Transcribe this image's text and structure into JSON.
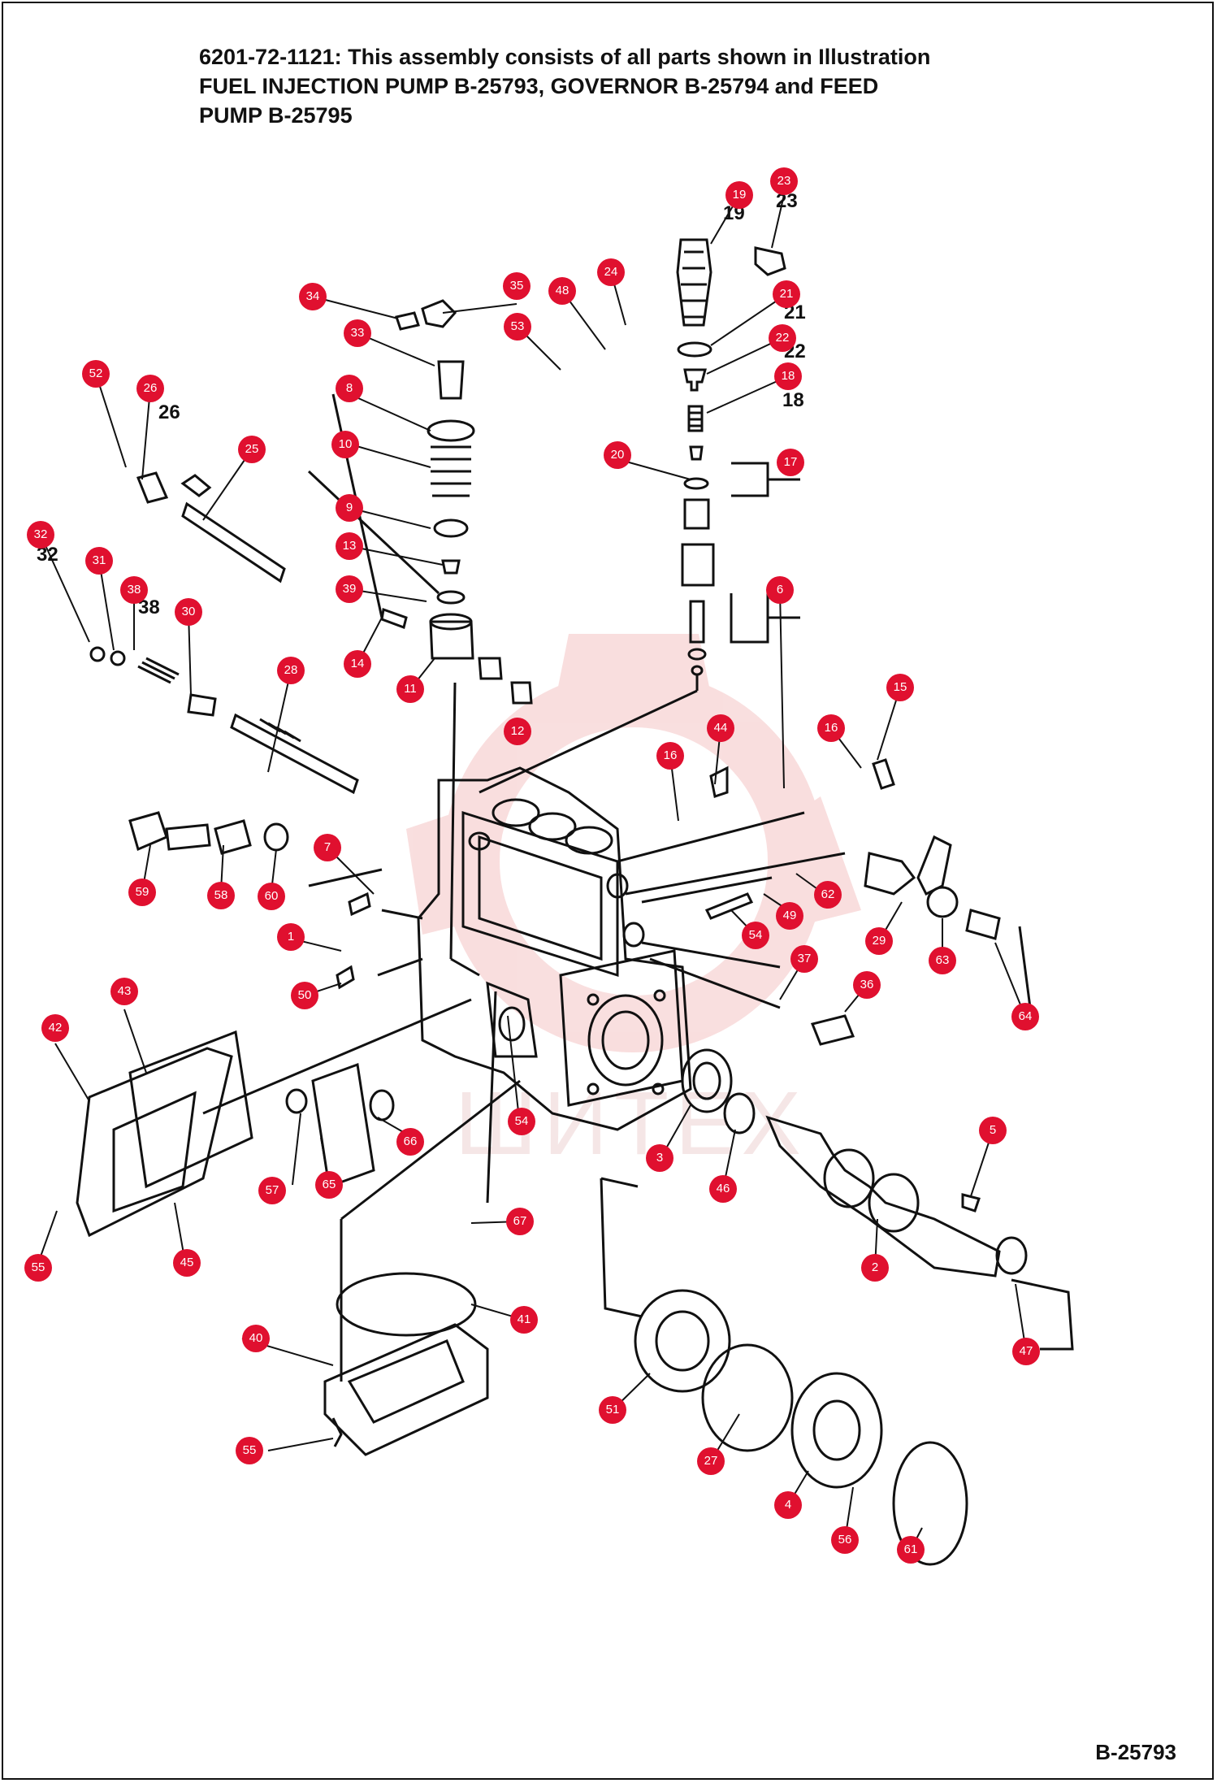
{
  "header": {
    "lines": [
      "6201-72-1121: This assembly consists of all parts shown in Illustration",
      "FUEL INJECTION PUMP B-25793, GOVERNOR B-25794 and FEED",
      "PUMP B-25795"
    ]
  },
  "footer": {
    "doc_id": "B-25793"
  },
  "watermark": {
    "text": "ШИТЕХ",
    "color": "#f2b8b8"
  },
  "colors": {
    "callout": "#e0102f",
    "line": "#111111"
  },
  "callouts": [
    "19",
    "23",
    "24",
    "48",
    "35",
    "34",
    "33",
    "53",
    "21",
    "22",
    "18",
    "52",
    "26",
    "8",
    "10",
    "25",
    "20",
    "17",
    "9",
    "13",
    "32",
    "31",
    "38",
    "30",
    "39",
    "14",
    "6",
    "11",
    "12",
    "28",
    "44",
    "16",
    "16",
    "15",
    "59",
    "58",
    "60",
    "7",
    "1",
    "62",
    "49",
    "54",
    "29",
    "63",
    "37",
    "50",
    "36",
    "64",
    "43",
    "42",
    "54",
    "66",
    "57",
    "65",
    "3",
    "46",
    "5",
    "2",
    "55",
    "45",
    "67",
    "41",
    "40",
    "47",
    "51",
    "27",
    "55",
    "4",
    "56",
    "61"
  ]
}
